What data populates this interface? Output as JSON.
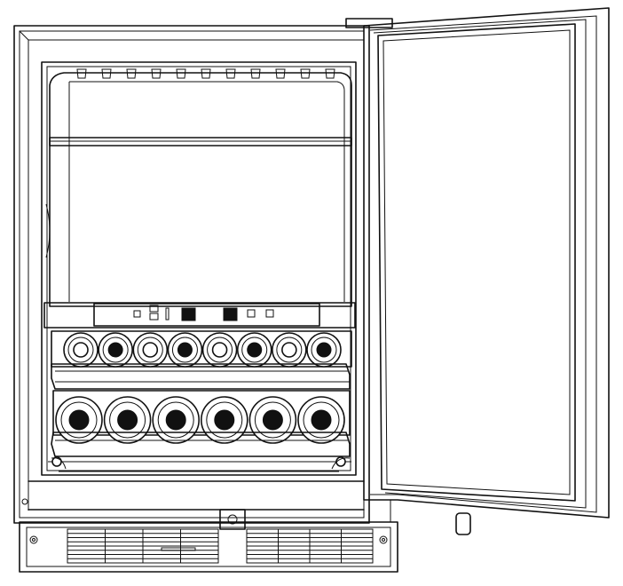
{
  "figure": {
    "subject": "wine-cooler-front-view-door-open",
    "colors": {
      "line": "#111111",
      "fill": "#ffffff",
      "solid": "#111111"
    }
  },
  "shelves": [
    {
      "name": "upper-bottle-rack",
      "bottle_count": 8
    },
    {
      "name": "lower-bottle-rack",
      "bottle_count": 6
    }
  ],
  "control_panel": {
    "indicator_icons": 5,
    "touch_buttons": 2
  },
  "ceiling_vents": 11,
  "kick_plate_grille_rows": 8
}
